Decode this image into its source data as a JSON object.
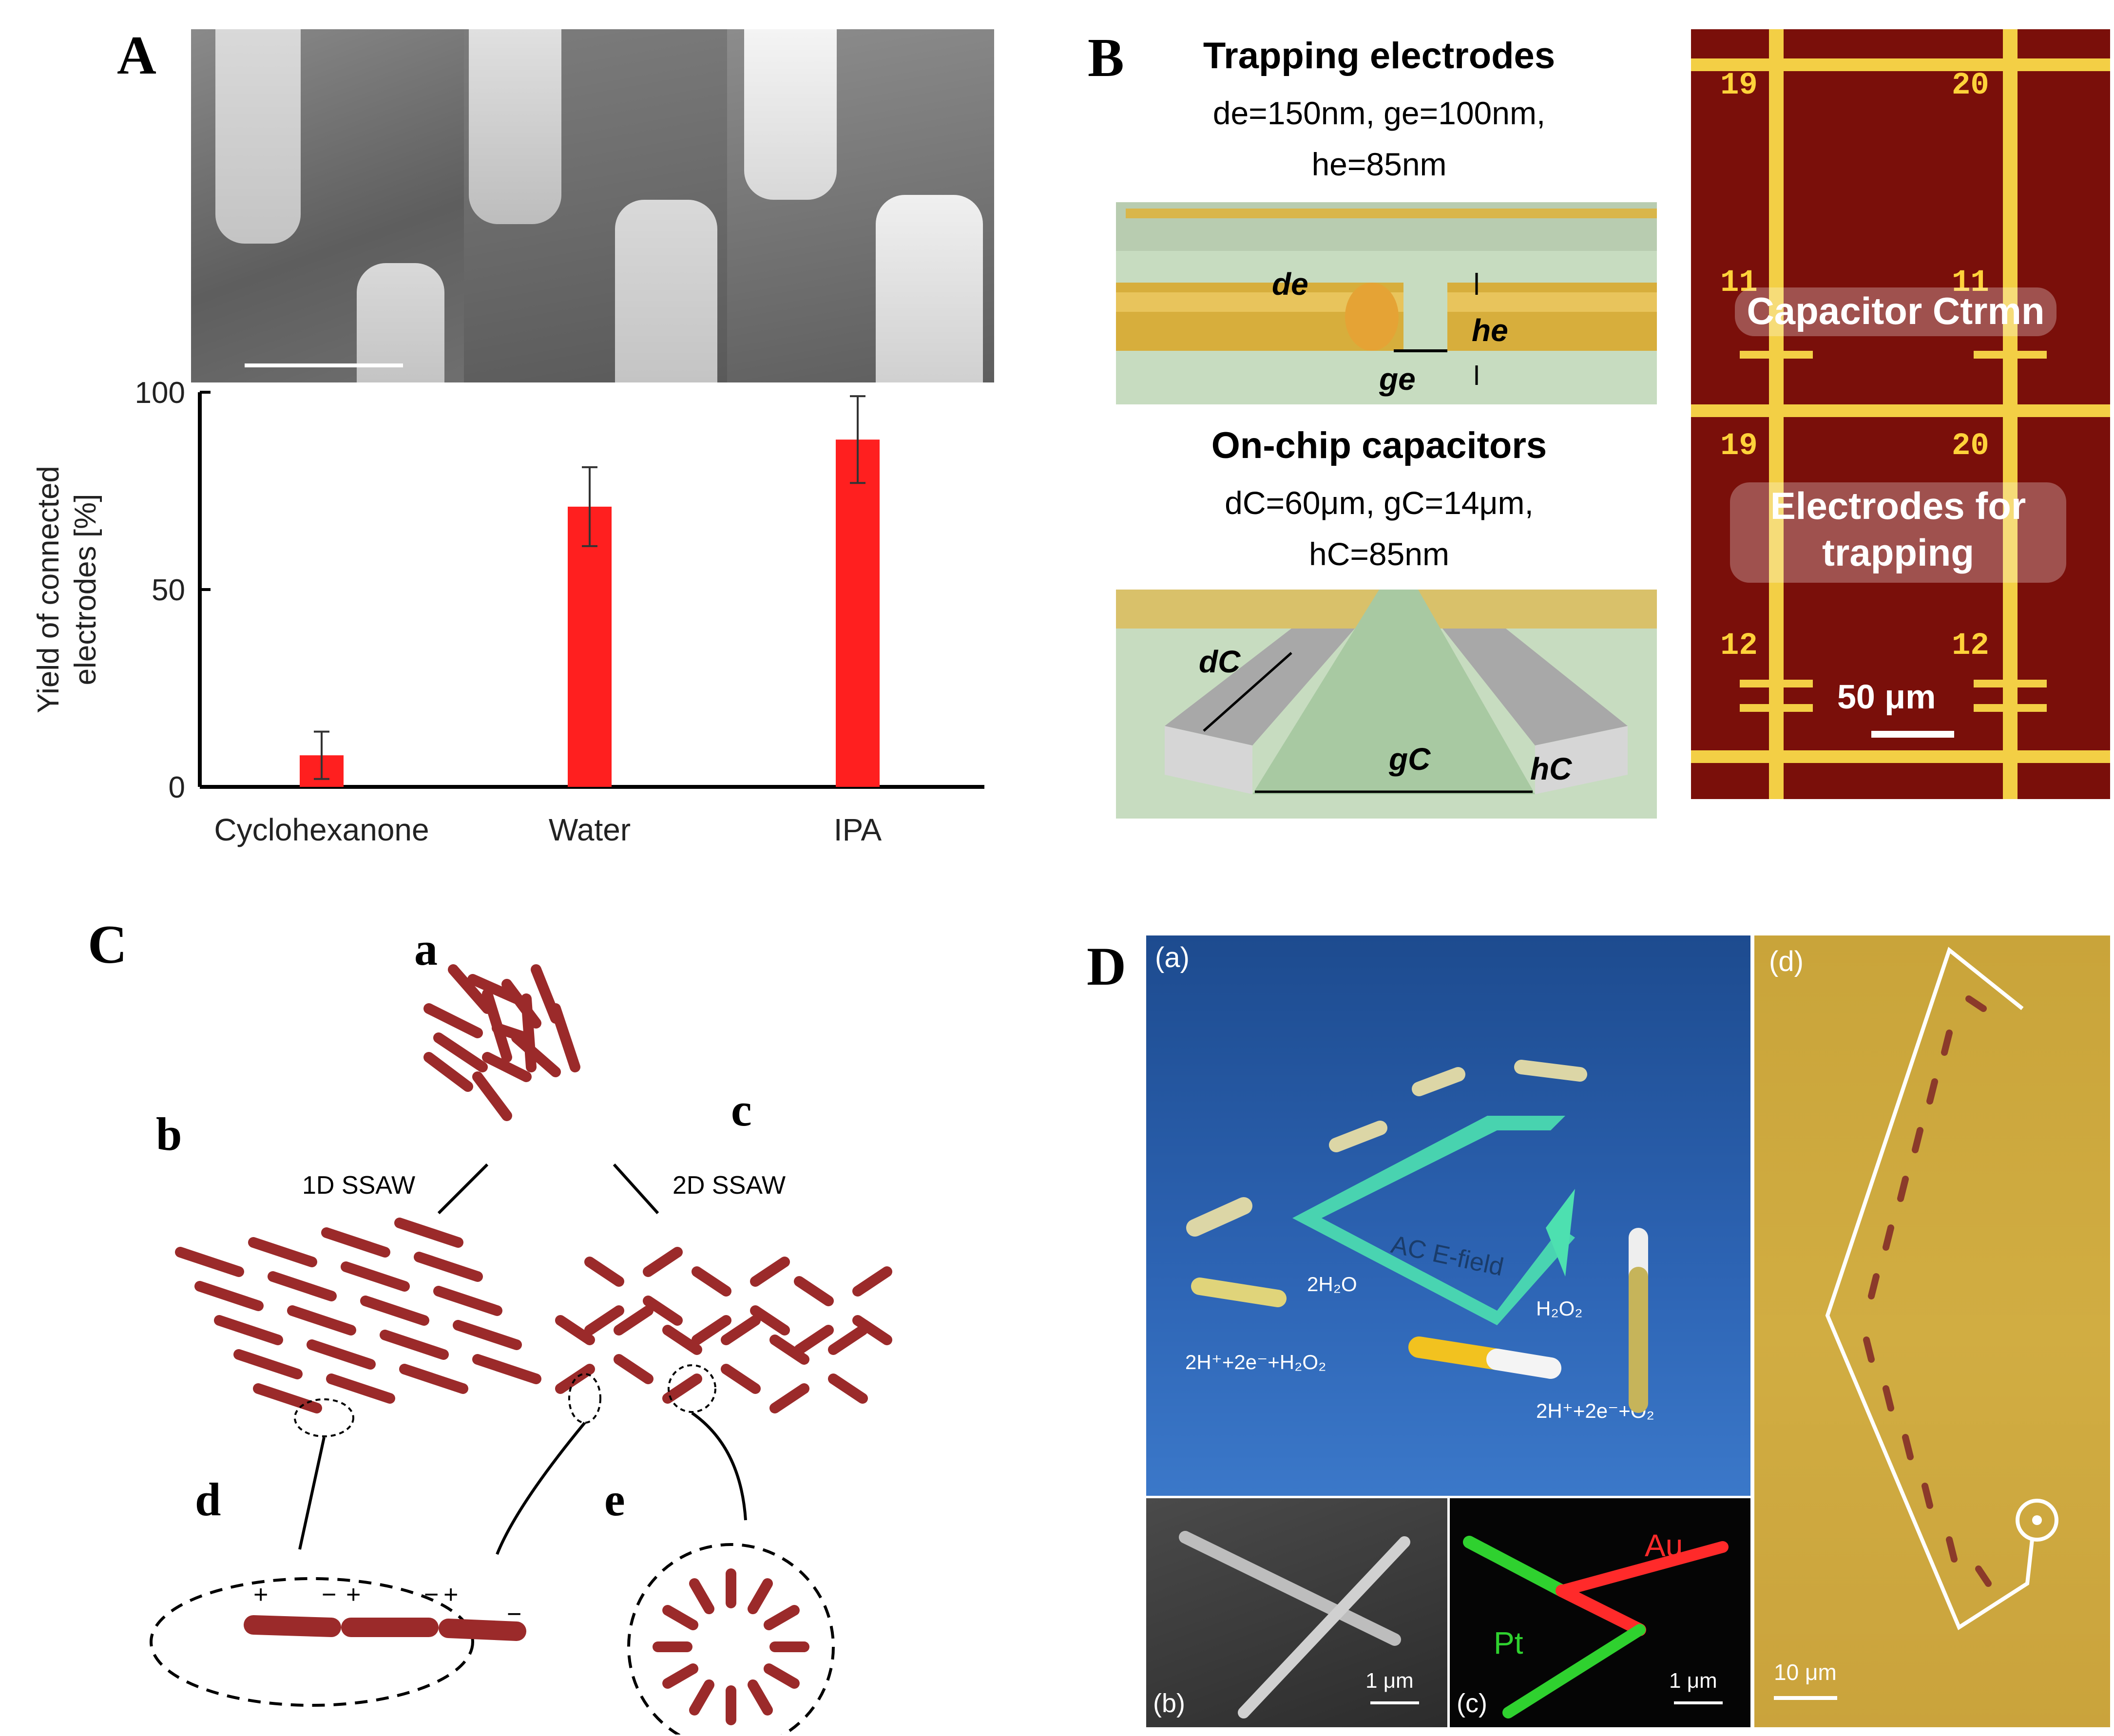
{
  "panels": {
    "A": {
      "label": "A",
      "chart_data": {
        "type": "bar",
        "categories": [
          "Cyclohexanone",
          "Water",
          "IPA"
        ],
        "values": [
          8,
          71,
          88
        ],
        "errors": [
          6,
          10,
          11
        ],
        "ylabel": "Yield of connected electrodes [%]",
        "ylim": [
          0,
          100
        ],
        "yticks": [
          "0",
          "50",
          "100"
        ],
        "bar_color": "#ff1f1f"
      }
    },
    "B": {
      "label": "B",
      "trap_title": "Trapping electrodes",
      "trap_params_1": "de=150nm, ge=100nm,",
      "trap_params_2": "he=85nm",
      "cap_title": "On-chip capacitors",
      "cap_params_1": "dC=60μm, gC=14μm,",
      "cap_params_2": "hC=85nm",
      "d_e": "de",
      "g_e": "ge",
      "h_e": "he",
      "d_c": "dC",
      "g_c": "gC",
      "h_c": "hC",
      "micro": {
        "numbers": [
          "19",
          "20",
          "11",
          "11",
          "19",
          "20",
          "12",
          "12"
        ],
        "capacitor_label": "Capacitor Ctrmn",
        "electrodes_label_1": "Electrodes for",
        "electrodes_label_2": "trapping",
        "scale": "50 μm"
      }
    },
    "C": {
      "label": "C",
      "sub_a": "a",
      "sub_b": "b",
      "sub_c": "c",
      "sub_d": "d",
      "sub_e": "e",
      "ssaw_1d": "1D SSAW",
      "ssaw_2d": "2D SSAW",
      "plus": "+",
      "minus": "−"
    },
    "D": {
      "label": "D",
      "sub_a": "(a)",
      "sub_b": "(b)",
      "sub_c": "(c)",
      "sub_d": "(d)",
      "ac_field": "AC E-field",
      "h2o": "2H₂O",
      "eq_left": "2H⁺+2e⁻+H₂O₂",
      "h2o2": "H₂O₂",
      "eq_right": "2H⁺+2e⁻+O₂",
      "au": "Au",
      "pt": "Pt",
      "scale_b": "1 μm",
      "scale_c": "1 μm",
      "scale_d": "10 μm"
    }
  }
}
